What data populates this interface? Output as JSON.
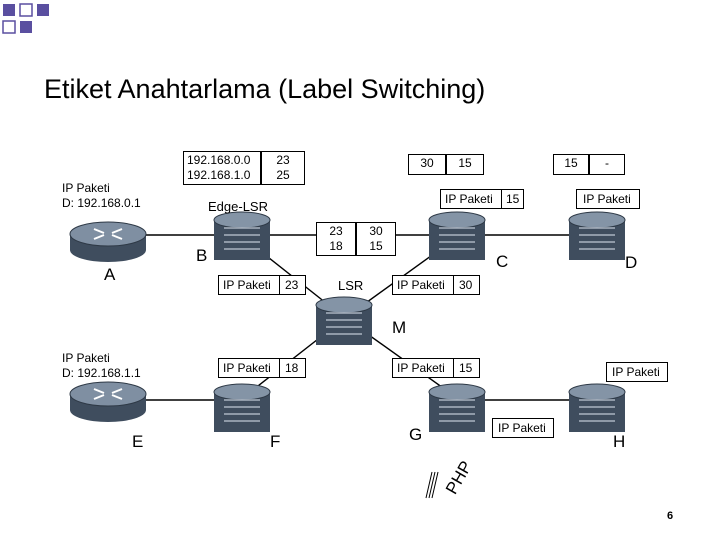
{
  "title": "Etiket Anahtarlama (Label Switching)",
  "icons": {
    "router": "router-icon",
    "lsr": "label-switch-router-icon",
    "corner": "corner-squares-decoration"
  },
  "colors": {
    "accent": "#5a4fa0",
    "link": "#000000",
    "device_body": "#4f5f73"
  },
  "nodes": {
    "A": "A",
    "B": "B",
    "C": "C",
    "D": "D",
    "E": "E",
    "F": "F",
    "G": "G",
    "H": "H",
    "M": "M"
  },
  "labels": {
    "edge_lsr": "Edge-LSR",
    "lsr": "LSR",
    "php": "PHP",
    "pkt_a": "IP Paketi\nD: 192.168.0.1",
    "pkt_e": "IP Paketi\nD: 192.168.1.1"
  },
  "tables": {
    "b_table": {
      "col1": "192.168.0.0\n192.168.1.0",
      "col2": "23\n25"
    },
    "bc_table": {
      "col1": "30",
      "col2": "15"
    },
    "d_table": {
      "col1": "15",
      "col2": "-"
    },
    "m_table": {
      "col1": "23\n18",
      "col2": "30\n15"
    }
  },
  "packets": {
    "p_top_c": {
      "text": "IP Paketi",
      "label": "15"
    },
    "p_top_d": {
      "text": "IP Paketi"
    },
    "p_bm": {
      "text": "IP Paketi",
      "label": "23"
    },
    "p_mc": {
      "text": "IP Paketi",
      "label": "30"
    },
    "p_fm": {
      "text": "IP Paketi",
      "label": "18"
    },
    "p_mg": {
      "text": "IP Paketi",
      "label": "15"
    },
    "p_gh": {
      "text": "IP Paketi"
    },
    "p_h": {
      "text": "IP Paketi"
    }
  },
  "page_number": "6"
}
